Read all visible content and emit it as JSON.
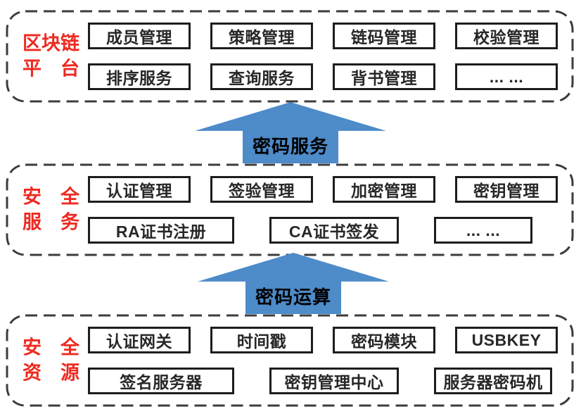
{
  "layers": [
    {
      "name": "blockchain-platform",
      "label_line1": "区块链",
      "label_line2": "平　台",
      "row1": [
        "成员管理",
        "策略管理",
        "链码管理",
        "校验管理"
      ],
      "row2": [
        "排序服务",
        "查询服务",
        "背书管理",
        "... ..."
      ]
    },
    {
      "name": "security-services",
      "label_line1": "安　全",
      "label_line2": "服　务",
      "row1": [
        "认证管理",
        "签验管理",
        "加密管理",
        "密钥管理"
      ],
      "row2": [
        "RA证书注册",
        "CA证书签发",
        "... ..."
      ]
    },
    {
      "name": "security-resources",
      "label_line1": "安　全",
      "label_line2": "资　源",
      "row1": [
        "认证网关",
        "时间戳",
        "密码模块",
        "USBKEY"
      ],
      "row2": [
        "签名服务器",
        "密钥管理中心",
        "服务器密码机"
      ]
    }
  ],
  "arrows": [
    {
      "label": "密码服务"
    },
    {
      "label": "密码运算"
    }
  ],
  "colors": {
    "label_red": "#ee2a21",
    "arrow_blue": "#4d8bc9",
    "box_border": "#1d1d1d",
    "dashed_border": "#3c3c3c",
    "arrow_text": "#000000"
  }
}
